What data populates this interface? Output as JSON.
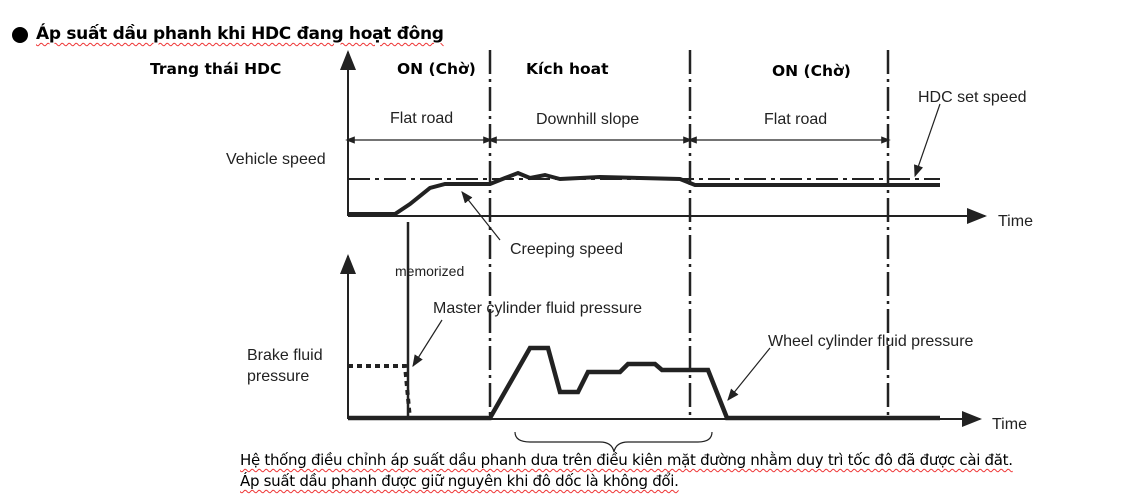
{
  "title": "Áp suất dầu phanh khi HDC đang hoạt đông",
  "hdc_state_label": "Trang thái HDC",
  "states": [
    "ON (Chờ)",
    "Kích hoat",
    "ON (Chờ)"
  ],
  "road": [
    "Flat road",
    "Downhill slope",
    "Flat road"
  ],
  "labels": {
    "hdc_set_speed": "HDC set speed",
    "vehicle_speed": "Vehicle speed",
    "time1": "Time",
    "creeping": "Creeping speed",
    "memorized": "memorized",
    "master": "Master cylinder fluid pressure",
    "brake1": "Brake fluid",
    "brake2": "pressure",
    "wheel": "Wheel cylinder fluid pressure",
    "time2": "Time"
  },
  "caption": [
    "Hệ thống điều chỉnh áp suất dầu phanh dưa trên điều kiên mặt đường nhằm duy trì tốc đô đã được cài đăt.",
    "Áp suất dầu phanh được giữ nguyên khi đô dốc là không đổi."
  ]
}
